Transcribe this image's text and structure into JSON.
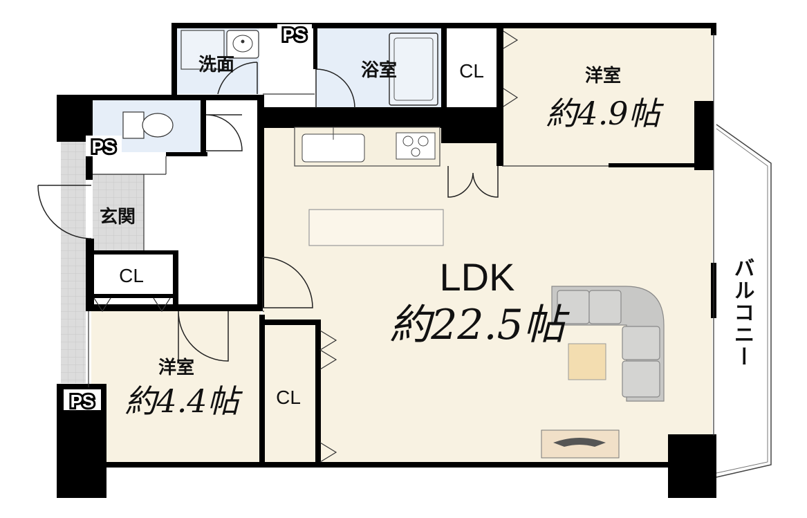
{
  "rooms": {
    "ldk": {
      "label": "LDK",
      "size": "約22.5帖"
    },
    "western1": {
      "label": "洋室",
      "size": "約4.9帖"
    },
    "western2": {
      "label": "洋室",
      "size": "約4.4帖"
    },
    "wash": {
      "label": "洗面"
    },
    "bath": {
      "label": "浴室"
    },
    "entrance": {
      "label": "玄関"
    }
  },
  "closets": {
    "cl1": "CL",
    "cl2": "CL",
    "cl3": "CL"
  },
  "pipe_spaces": {
    "ps1": "PS",
    "ps2": "PS",
    "ps3": "PS"
  },
  "balcony": {
    "label": "バルコニー"
  },
  "colors": {
    "floor": "#f8f2e2",
    "wet_area": "#e6eef8",
    "wall": "#000000",
    "entrance_tile": "#d9d9d9",
    "sofa": "#c8c8c6",
    "table": "#f3ddb0"
  }
}
